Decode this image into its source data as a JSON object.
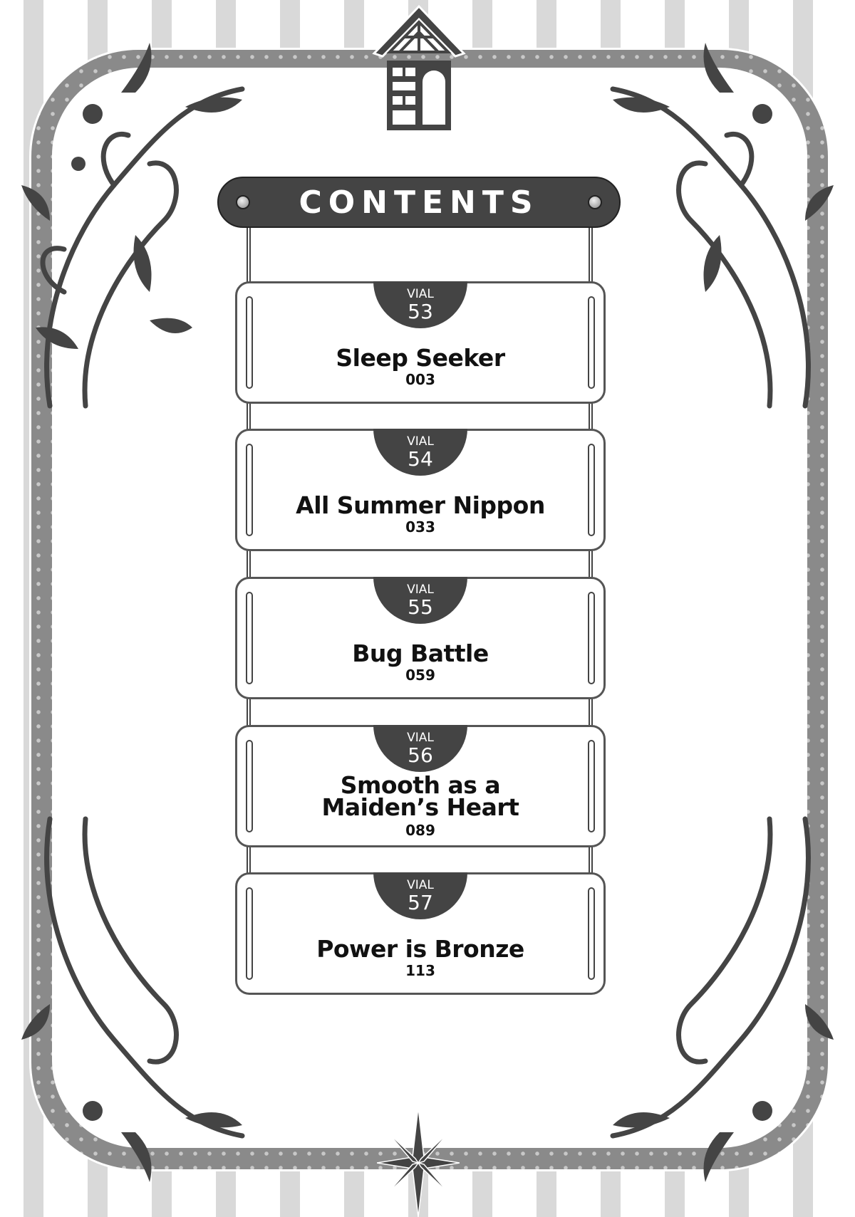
{
  "header": {
    "title": "CONTENTS"
  },
  "chapters": [
    {
      "label": "VIAL",
      "number": "53",
      "title": "Sleep Seeker",
      "page": "003"
    },
    {
      "label": "VIAL",
      "number": "54",
      "title": "All Summer Nippon",
      "page": "033"
    },
    {
      "label": "VIAL",
      "number": "55",
      "title": "Bug Battle",
      "page": "059"
    },
    {
      "label": "VIAL",
      "number": "56",
      "title": "Smooth as a Maiden’s Heart",
      "page": "089"
    },
    {
      "label": "VIAL",
      "number": "57",
      "title": "Power is Bronze",
      "page": "113"
    }
  ],
  "colors": {
    "dark": "#444444",
    "band": "#8a8a8a",
    "stripe": "#d9d9d9"
  }
}
